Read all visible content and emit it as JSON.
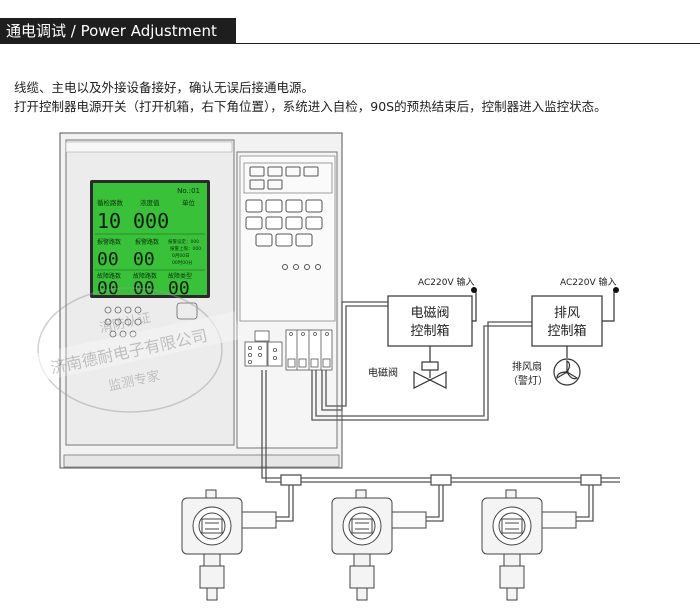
{
  "header": {
    "title": "通电调试 / Power Adjustment"
  },
  "intro": {
    "line1": "线缆、主电以及外接设备接好，确认无误后接通电源。",
    "line2": "打开控制器电源开关（打开机箱，右下角位置），系统进入自检，90S的预热结束后，控制器进入监控状态。"
  },
  "screen": {
    "number": "No.:01",
    "label_channel": "循检路数",
    "label_concentration": "浓度值",
    "label_unit": "单位",
    "value_channel": "10",
    "value_concentration": "000",
    "label_alarm": "报警路数",
    "label_alarm_count": "报警路数",
    "alarm_detail1": "报警设定：000",
    "alarm_detail2": "报警上限：000",
    "alarm_detail3": "0月00日",
    "alarm_detail4": "00时00分",
    "value_alarm1": "00",
    "value_alarm2": "00",
    "label_fault": "故障路数",
    "label_fault_count": "故障路数",
    "label_fault_type": "故障类型",
    "value_fault1": "00",
    "value_fault2": "00",
    "value_fault3": "00"
  },
  "solenoid_box": {
    "line1": "电磁阀",
    "line2": "控制箱",
    "input": "AC220V 输入",
    "device": "电磁阀"
  },
  "fan_box": {
    "line1": "排风",
    "line2": "控制箱",
    "input": "AC220V 输入",
    "device1": "排风扇",
    "device2": "（警灯）"
  },
  "watermark": {
    "top": "消防认证",
    "middle": "济南德耐电子有限公司",
    "bottom": "监测专家"
  },
  "colors": {
    "lcd": "#35c235",
    "panel": "#f0f0f0",
    "stroke": "#555555",
    "header": "#1e1e1e"
  }
}
